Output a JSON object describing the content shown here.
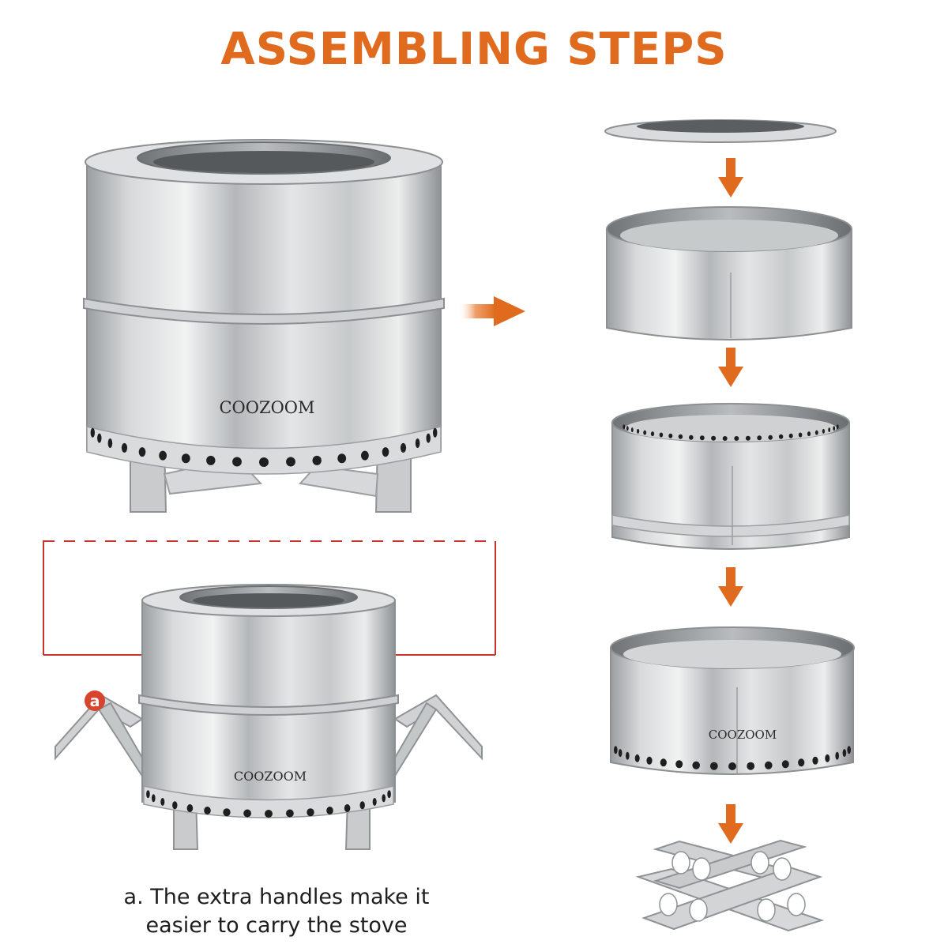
{
  "title": "ASSEMBLING STEPS",
  "brand": "COOZOOM",
  "marker_letter": "a",
  "caption": {
    "line1": "a. The extra handles make it",
    "line2": "easier to carry the stove"
  },
  "colors": {
    "accent": "#e06a1e",
    "dashed_frame": "#c8342c",
    "steel_light": "#e4e6e7",
    "steel_dark": "#8c9092"
  },
  "icons": {
    "step_arrows": "arrow-down-icon",
    "main_arrow": "arrow-right-icon"
  }
}
